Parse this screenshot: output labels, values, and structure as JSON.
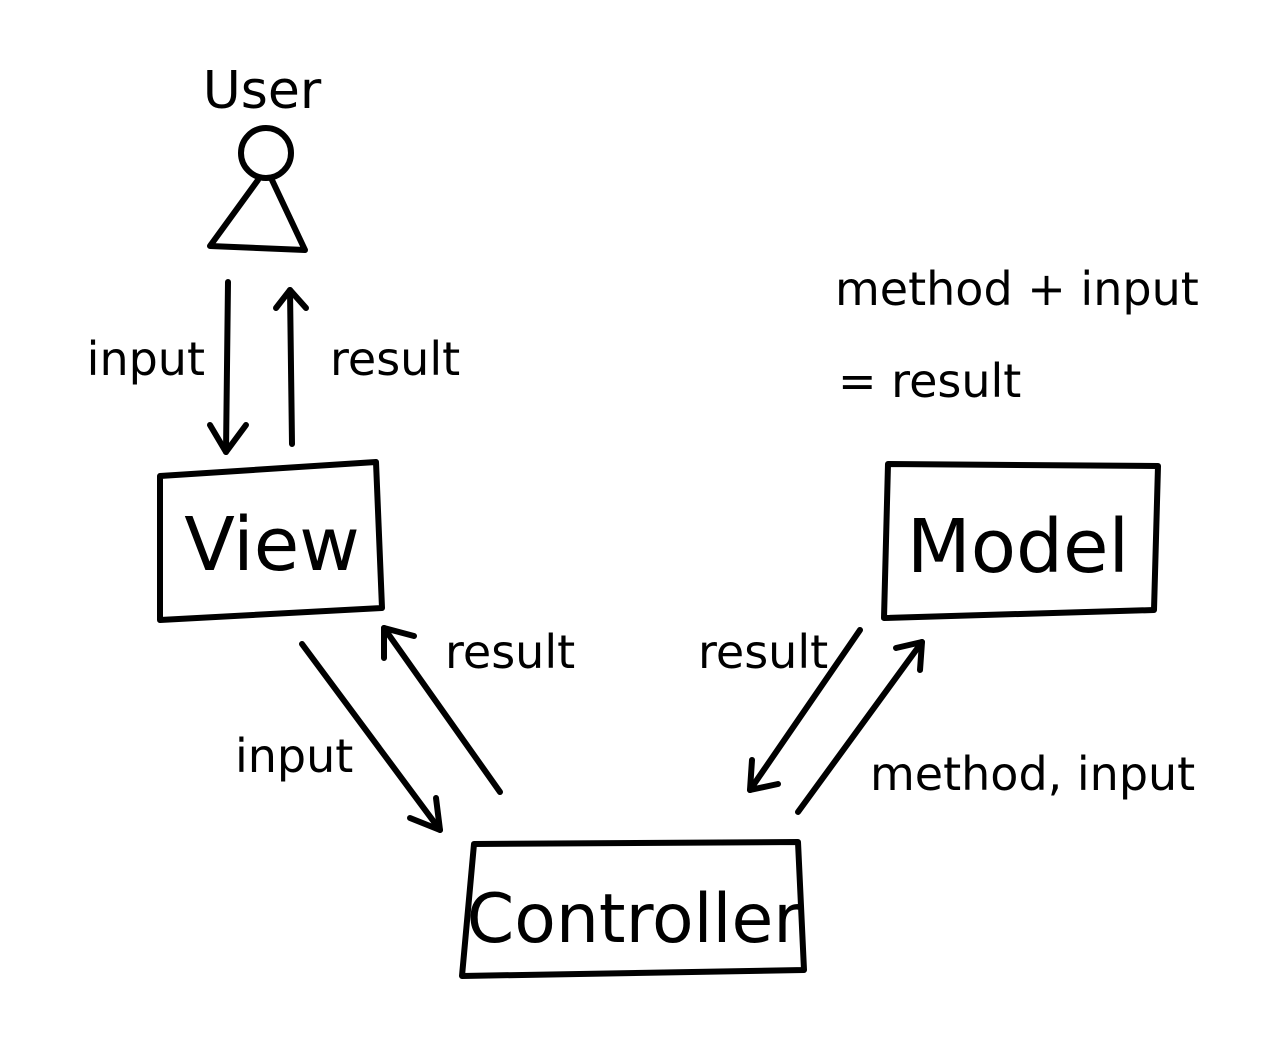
{
  "diagram": {
    "user": {
      "label": "User"
    },
    "nodes": {
      "view": "View",
      "model": "Model",
      "controller": "Controller"
    },
    "edges": {
      "user_to_view": "input",
      "view_to_user": "result",
      "view_to_controller": "input",
      "controller_to_view": "result",
      "model_to_controller": "result",
      "controller_to_model": "method, input"
    },
    "note": {
      "line1": "method + input",
      "line2": "= result"
    },
    "colors": {
      "ink": "#000000",
      "background": "#ffffff"
    }
  }
}
